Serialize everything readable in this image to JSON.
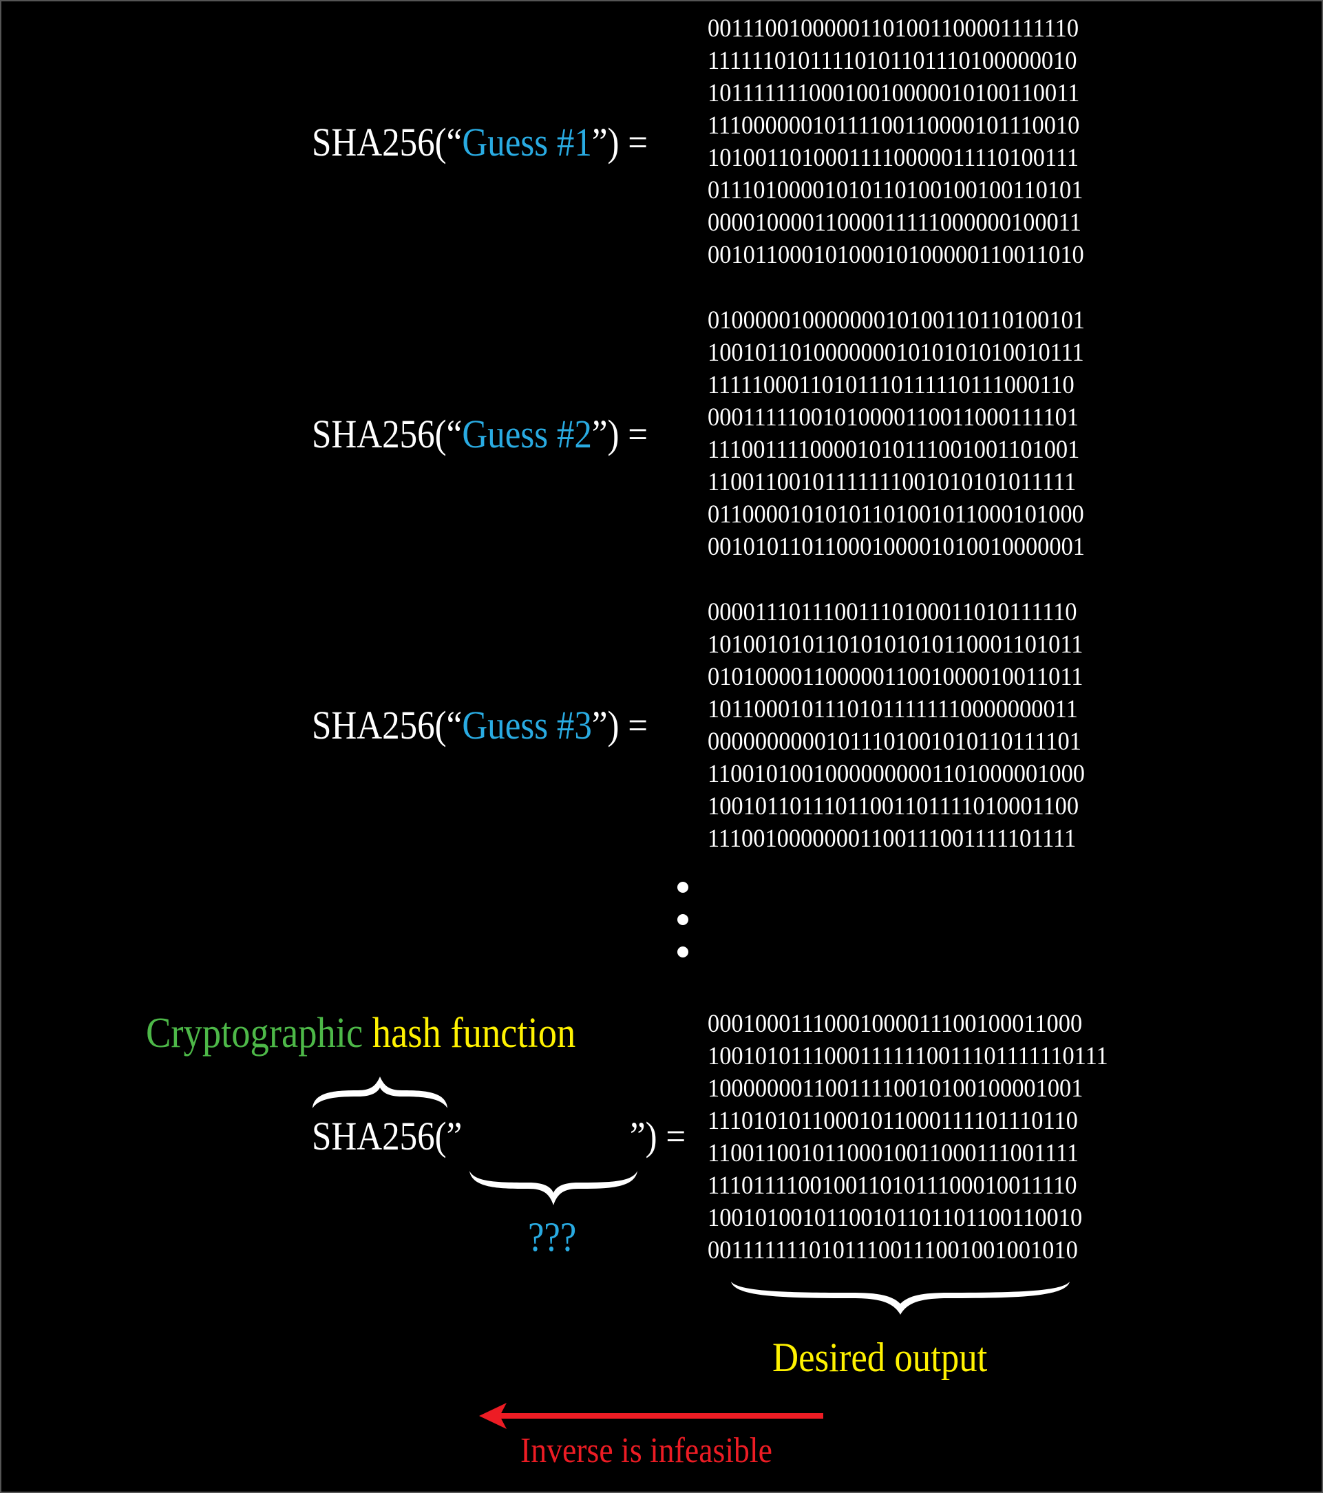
{
  "colors": {
    "input": "#29abe2",
    "cryptographic": "#4db848",
    "hash_function": "#fff200",
    "inverse": "#ed1c24",
    "text": "#ffffff",
    "background": "#000000"
  },
  "guesses": [
    {
      "prefix": "SHA256(“",
      "input": "Guess #1",
      "suffix": "”) =",
      "lines": [
        "00111001000001101001100001111110",
        "11111101011110101101110100000010",
        "10111111100010010000010100110011",
        "11100000010111100110000101110010",
        "10100110100011110000011110100111",
        "01110100001010110100100100110101",
        "00001000011000011111000000100011",
        "00101100010100010100000110011010"
      ]
    },
    {
      "prefix": "SHA256(“",
      "input": "Guess #2",
      "suffix": "”) =",
      "lines": [
        "01000001000000010100110110100101",
        "10010110100000001010101010010111",
        "11111000110101110111110111000110",
        "00011111001010000110011000111101",
        "11100111100001010111001001101001",
        "11001100101111111001010101011111",
        "01100001010101101001011000101000",
        "00101011011000100001010010000001"
      ]
    },
    {
      "prefix": "SHA256(“",
      "input": "Guess #3",
      "suffix": "”) =",
      "lines": [
        "00001110111001110100011010111110",
        "10100101011010101010110001101011",
        "01010000110000011001000010011011",
        "10110001011101011111110000000011",
        "00000000001011101001010110111101",
        "11001010010000000001101000001000",
        "10010110111011001101111010001100",
        "11100100000001100111001111101111"
      ]
    }
  ],
  "target": {
    "prefix": "SHA256(”",
    "suffix": "”) =",
    "unknown": "???",
    "lines": [
      "00010001110001000011100100011000",
      "10010101110001111110011101111110111",
      "10000000110011110010100100001001",
      "11101010110001011000111101110110",
      "11001100101100010011000111001111",
      "11101111001001101011100010011110",
      "10010100101100101101101100110010",
      "00111111101011100111001001001010"
    ]
  },
  "annotations": {
    "cryptographic": "Cryptographic",
    "hash_function": "hash function",
    "desired_output": "Desired output",
    "inverse": "Inverse is infeasible"
  }
}
